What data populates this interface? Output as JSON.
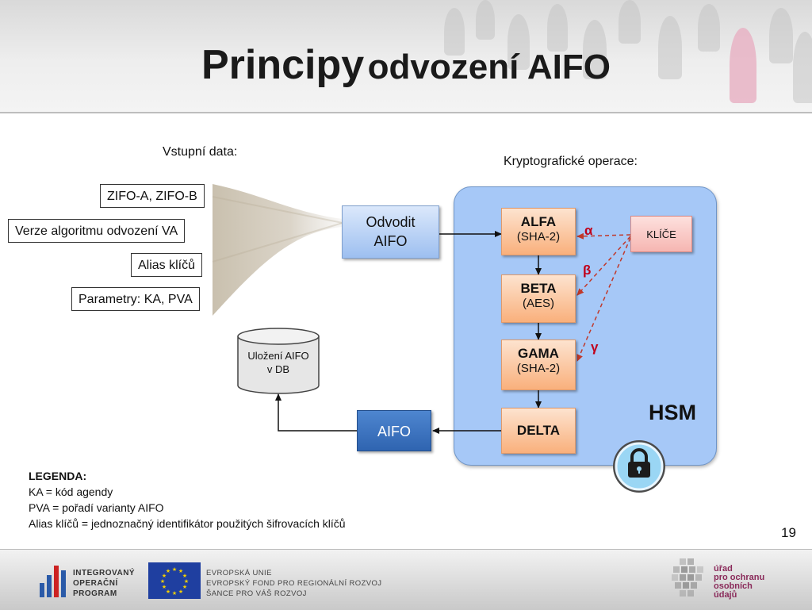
{
  "title": {
    "part1": "Principy",
    "part2": "odvození AIFO"
  },
  "labels": {
    "input_data": "Vstupní data:",
    "crypto_ops": "Kryptografické operace:"
  },
  "inputs": [
    "ZIFO-A,  ZIFO-B",
    "Verze algoritmu  odvození VA",
    "Alias klíčů",
    "Parametry: KA, PVA"
  ],
  "derive": {
    "line1": "Odvodit",
    "line2": "AIFO"
  },
  "operations": [
    {
      "name": "ALFA",
      "sub": "(SHA-2)"
    },
    {
      "name": "BETA",
      "sub": "(AES)"
    },
    {
      "name": "GAMA",
      "sub": "(SHA-2)"
    },
    {
      "name": "DELTA",
      "sub": ""
    }
  ],
  "keys": "KLÍČE",
  "greek": [
    "α",
    "β",
    "γ"
  ],
  "hsm": "HSM",
  "storage": {
    "line1": "Uložení AIFO",
    "line2": "v DB"
  },
  "output": "AIFO",
  "legend": {
    "heading": "LEGENDA:",
    "items": [
      "KA = kód agendy",
      "PVA = pořadí varianty AIFO",
      "Alias klíčů = jednoznačný identifikátor použitých šifrovacích klíčů"
    ]
  },
  "page_number": "19",
  "footer": {
    "iop": [
      "INTEGROVANÝ",
      "OPERAČNÍ",
      "PROGRAM"
    ],
    "eu": [
      "EVROPSKÁ UNIE",
      "EVROPSKÝ FOND PRO REGIONÁLNÍ ROZVOJ",
      "ŠANCE PRO VÁŠ ROZVOJ"
    ],
    "uoou": [
      "úřad",
      "pro ochranu",
      "osobních",
      "údajů"
    ]
  },
  "colors": {
    "hsm_fill": "#a6c8f7",
    "operation_fill": "#f9b07c",
    "output_fill": "#2f64b0",
    "key_arrow": "#c0392b"
  }
}
